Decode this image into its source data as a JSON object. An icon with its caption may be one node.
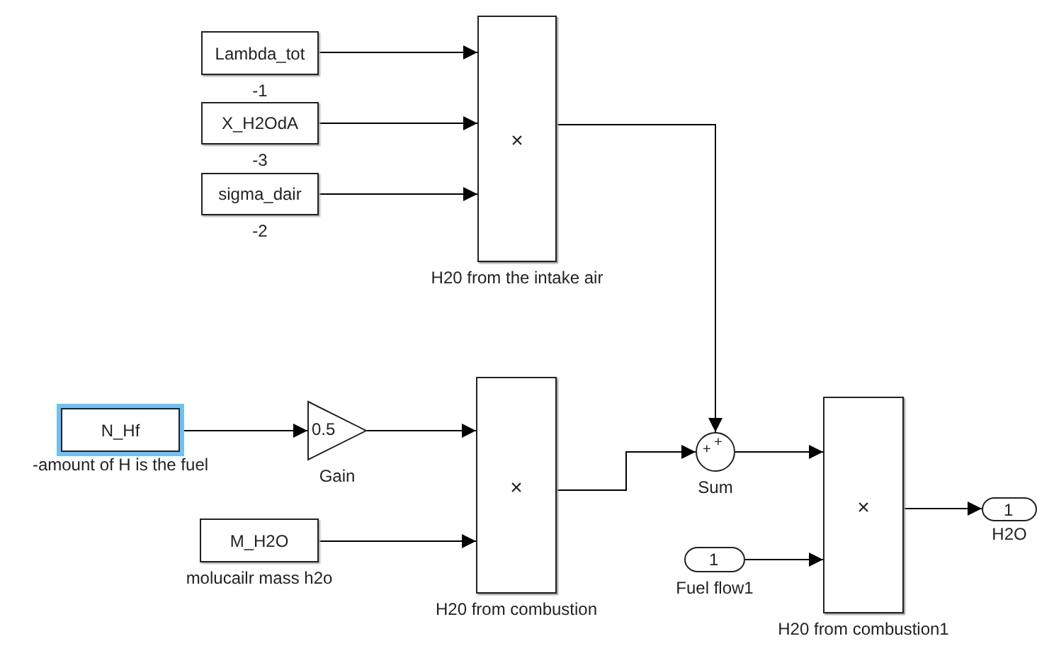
{
  "diagram": {
    "nodes": [
      {
        "text": [
          "Lambda_tot"
        ],
        "beside": [
          "-1"
        ]
      },
      {
        "text": [
          "X_H2OdA"
        ],
        "beside": [
          "-3"
        ]
      },
      {
        "text": [
          "sigma_dair"
        ],
        "beside": [
          "-2"
        ]
      },
      {
        "text": [
          "×"
        ],
        "beside": [
          "H20 from the intake air"
        ]
      },
      {
        "text": [
          "N_Hf"
        ],
        "beside": [
          "-amount of H is the fuel"
        ]
      },
      {
        "text": [
          "0.5"
        ],
        "beside": [
          "Gain"
        ]
      },
      {
        "text": [
          "M_H2O"
        ],
        "beside": [
          "molucailr mass h2o"
        ]
      },
      {
        "text": [
          "×"
        ],
        "beside": [
          "H20 from combustion"
        ]
      },
      {
        "text": [
          "+",
          "+"
        ],
        "beside": [
          "Sum"
        ]
      },
      {
        "text": [
          "×"
        ],
        "beside": [
          "H20 from combustion1"
        ]
      },
      {
        "text": [
          "1"
        ],
        "beside": [
          "Fuel flow1"
        ]
      },
      {
        "text": [
          "1"
        ],
        "beside": [
          "H2O"
        ]
      }
    ],
    "edges": [
      {
        "from": 0,
        "to": 3,
        "arrow": "to"
      },
      {
        "from": 1,
        "to": 3,
        "arrow": "to"
      },
      {
        "from": 2,
        "to": 3,
        "arrow": "to"
      },
      {
        "from": 4,
        "to": 5,
        "arrow": "to"
      },
      {
        "from": 5,
        "to": 7,
        "arrow": "to"
      },
      {
        "from": 6,
        "to": 7,
        "arrow": "to"
      },
      {
        "from": 3,
        "to": 8,
        "arrow": "to"
      },
      {
        "from": 7,
        "to": 8,
        "arrow": "to"
      },
      {
        "from": 8,
        "to": 9,
        "arrow": "to"
      },
      {
        "from": 10,
        "to": 9,
        "arrow": "to"
      },
      {
        "from": 9,
        "to": 11,
        "arrow": "to"
      }
    ]
  }
}
